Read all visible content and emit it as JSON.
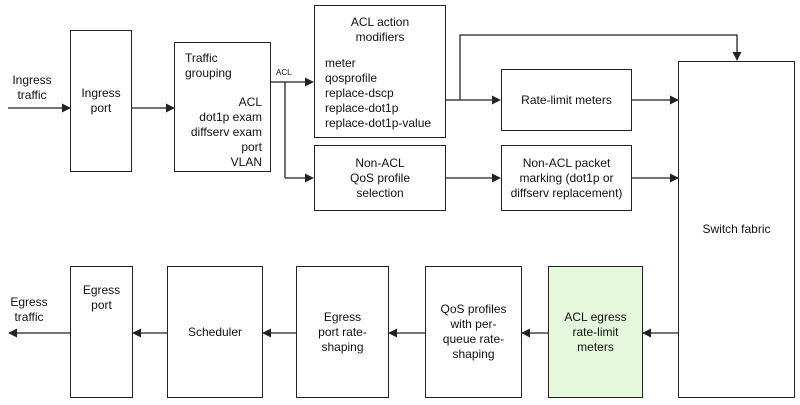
{
  "ingress_traffic": [
    "Ingress",
    "traffic"
  ],
  "egress_traffic": [
    "Egress",
    "traffic"
  ],
  "edge_label": "ACL",
  "boxes": {
    "ingress_port": [
      "Ingress",
      "port"
    ],
    "traffic_grouping_title": [
      "Traffic",
      "grouping"
    ],
    "traffic_grouping_items": [
      "ACL",
      "dot1p exam",
      "diffserv exam",
      "port",
      "VLAN"
    ],
    "acl_action_title": [
      "ACL action",
      "modifiers"
    ],
    "acl_action_items": [
      "meter",
      "qosprofile",
      "replace-dscp",
      "replace-dot1p",
      "replace-dot1p-value"
    ],
    "non_acl_qos": [
      "Non-ACL",
      "QoS profile",
      "selection"
    ],
    "rate_limit": [
      "Rate-limit meters"
    ],
    "non_acl_marking": [
      "Non-ACL packet",
      "marking (dot1p or",
      "diffserv replacement)"
    ],
    "switch_fabric": [
      "Switch fabric"
    ],
    "acl_egress": [
      "ACL egress",
      "rate-limit",
      "meters"
    ],
    "qos_profiles": [
      "QoS profiles",
      "with per-",
      "queue rate-",
      "shaping"
    ],
    "egress_shaping": [
      "Egress",
      "port rate-",
      "shaping"
    ],
    "scheduler": [
      "Scheduler"
    ],
    "egress_port": [
      "Egress",
      "port"
    ]
  },
  "colors": {
    "highlight": "#e6f8dc",
    "line": "#222222"
  }
}
